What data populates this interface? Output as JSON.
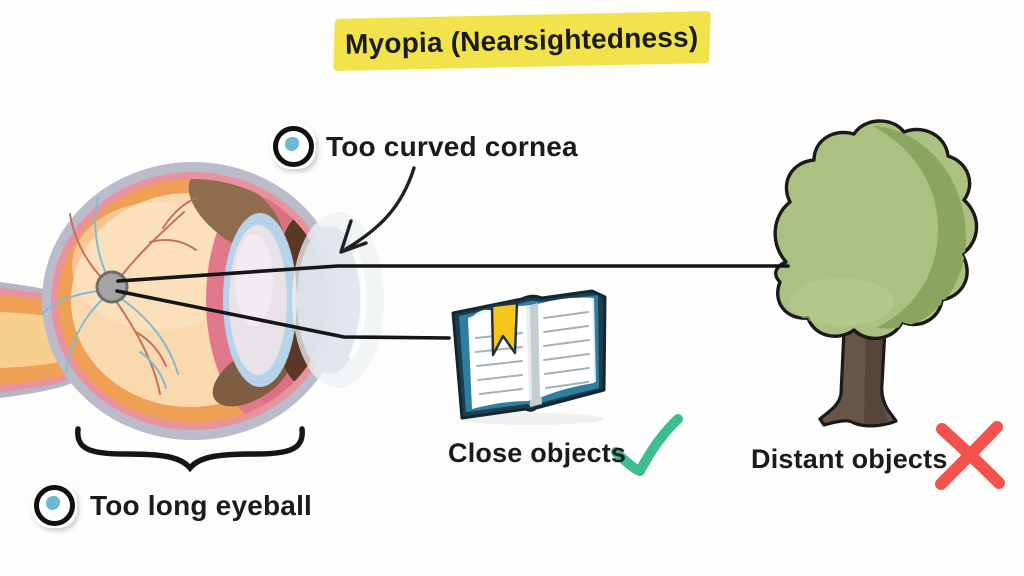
{
  "title": {
    "label": "Myopia (Nearsightedness)"
  },
  "annotations": {
    "cornea_label": "Too curved cornea",
    "eyeball_label": "Too long eyeball",
    "close_objects_label": "Close objects",
    "distant_objects_label": "Distant objects"
  },
  "marks": {
    "close_objects": "check",
    "distant_objects": "cross"
  },
  "icons": [
    "eye-icon",
    "checkmark-icon",
    "cross-icon",
    "cornea-arrow-icon",
    "eyeball-brace"
  ],
  "illustrations": [
    "eye-cross-section",
    "open-book",
    "tree"
  ],
  "colors": {
    "banner_yellow": "#F2E24B",
    "check_green": "#3DBE8E",
    "cross_red": "#F2544D",
    "ray_black": "#151515",
    "eye_sclera_gray": "#BBBCCB",
    "eye_pink": "#E0778A",
    "eye_ring_orange": "#F0A055",
    "eye_interior_peach": "#FBD9AE",
    "iris_brown": "#5A3826",
    "lens_blue": "#B7D3E9",
    "focal_dot_gray": "#A4A4A4",
    "vessel_red": "#C4715F",
    "vessel_blue": "#83B9D1",
    "canopy_green": "#ABC081",
    "canopy_shade_green": "#8AA55F",
    "trunk_brown": "#5A4639",
    "book_cover_navy": "#1E3E50",
    "book_teal": "#2E7EA0",
    "bookmark_yellow": "#F6C51E",
    "icon_iris_blue": "#6DB8D4"
  }
}
